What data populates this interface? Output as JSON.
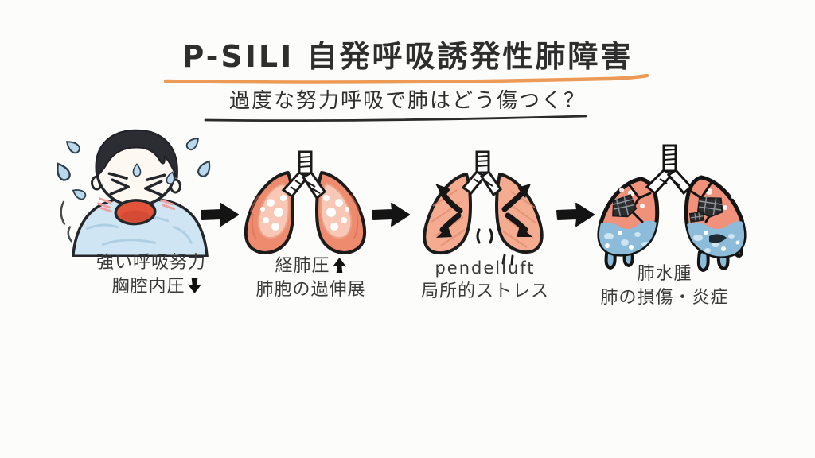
{
  "header": {
    "title": "P-SILI 自発呼吸誘発性肺障害",
    "subtitle": "過度な努力呼吸で肺はどう傷つく？"
  },
  "colors": {
    "background": "#fcfcfa",
    "accent_underline": "#ee9a57",
    "ink": "#2e2e2e",
    "lung_salmon": "#ee8a6d",
    "alveoli_pink": "#f8c7b5",
    "edema_blue": "#8cbcd9",
    "shirt_blue": "#cfe5f3",
    "sweat_blue": "#b9d8ec"
  },
  "stages": [
    {
      "name": "strong-respiratory-effort",
      "line1": "強い呼吸努力",
      "line2": "胸腔内圧",
      "line2_icon": "down-arrow"
    },
    {
      "name": "transpulmonary-pressure",
      "line1": "経肺圧",
      "line1_icon": "up-arrow",
      "line2": "肺胞の過伸展"
    },
    {
      "name": "pendelluft",
      "line1": "pendelluft",
      "line2": "局所的ストレス"
    },
    {
      "name": "pulmonary-edema",
      "line1": "肺水腫",
      "line2": "肺の損傷・炎症"
    }
  ],
  "flow": {
    "arrow_icon": "right-arrow"
  }
}
